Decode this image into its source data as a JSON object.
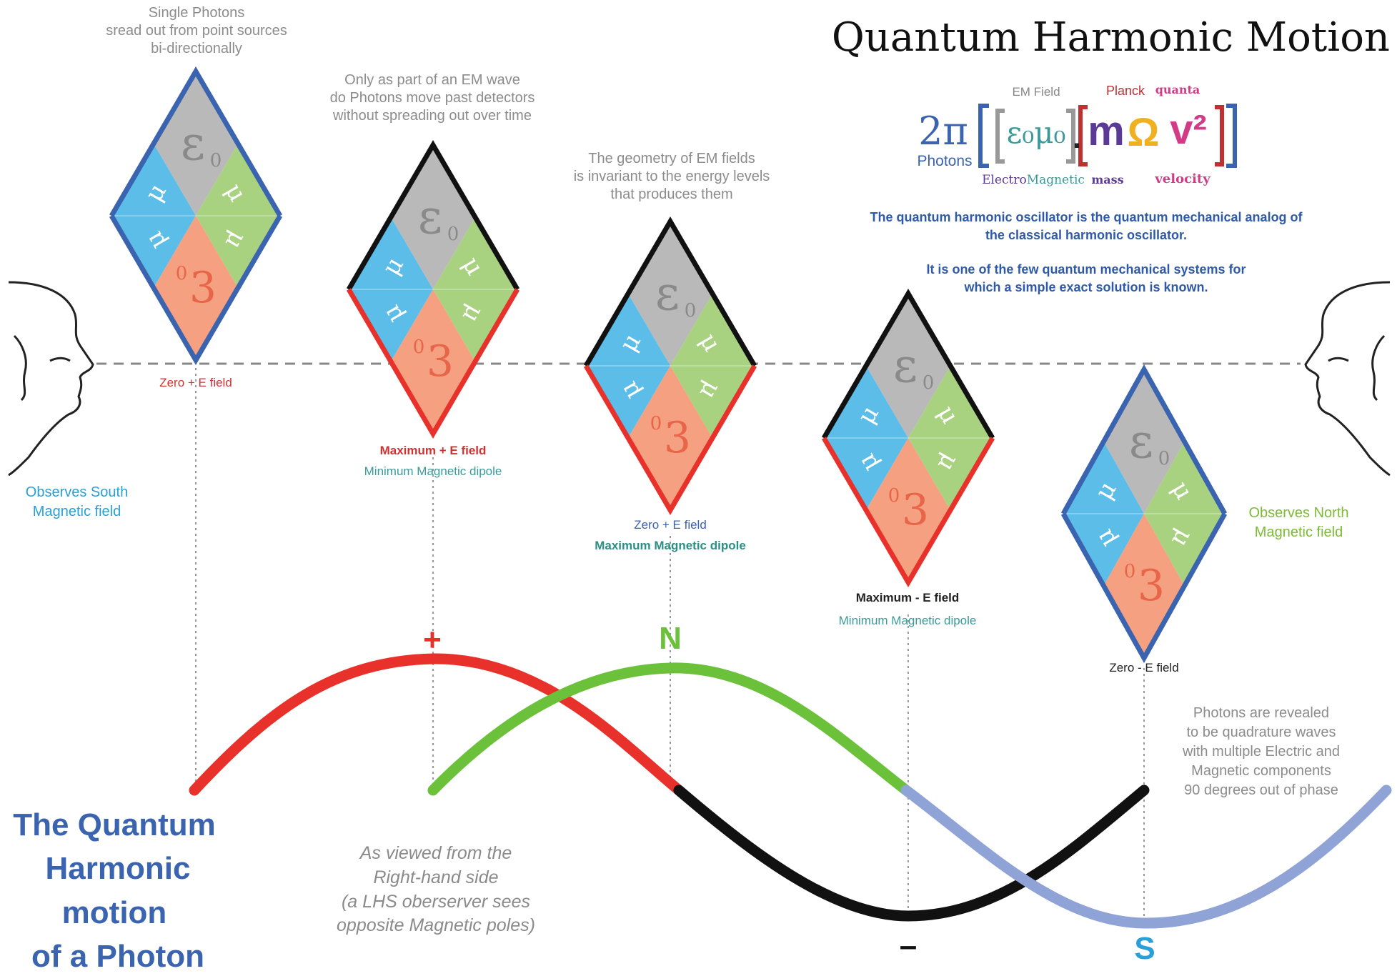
{
  "title": "Quantum Harmonic Motion",
  "big_title": [
    "The Quantum",
    "Harmonic",
    "motion",
    "of a Photon"
  ],
  "captions": {
    "single_photons": [
      "Single Photons",
      "sread out from point sources",
      "bi-directionally"
    ],
    "em_wave": [
      "Only as part of an EM wave",
      "do Photons move past detectors",
      "without spreading out over time"
    ],
    "geometry": [
      "The geometry of EM fields",
      "is invariant to the energy levels",
      "that produces them"
    ],
    "viewed": [
      "As viewed from the",
      "Right-hand side",
      "(a LHS oberserver sees",
      "opposite Magnetic poles)"
    ],
    "quadrature": [
      "Photons are revealed",
      "to be quadrature waves",
      "with multiple Electric and",
      "Magnetic components",
      "90 degrees out of phase"
    ]
  },
  "formula": {
    "two_pi": "2π",
    "photons": "Photons",
    "em_field": "EM Field",
    "planck": "Planck",
    "quanta": "quanta",
    "eps_mu": "ε₀μ₀",
    "dot": ".",
    "m": "m",
    "omega": "Ω",
    "v2": "v²",
    "electro": "Electro",
    "magnetic": "Magnetic",
    "mass": "mass",
    "velocity": "velocity"
  },
  "description": {
    "line1": "The quantum harmonic oscillator is the quantum mechanical analog of",
    "line2": "the classical harmonic oscillator.",
    "line3": "It is one of the few quantum mechanical systems for",
    "line4": "which a simple exact solution is known."
  },
  "observers": {
    "south": [
      "Observes South",
      "Magnetic field"
    ],
    "north": [
      "Observes North",
      "Magnetic field"
    ]
  },
  "diamond_symbols": {
    "epsilon": "ε",
    "sub0": "0",
    "mu": "μ",
    "three": "3",
    "super0": "0"
  },
  "state_labels": {
    "d1": "Zero + E field",
    "d2a": "Maximum + E field",
    "d2b": "Minimum Magnetic dipole",
    "d3a": "Zero + E field",
    "d3b": "Maximum Magnetic dipole",
    "d4a": "Maximum - E field",
    "d4b": "Minimum Magnetic dipole",
    "d5": "Zero - E field"
  },
  "wave_symbols": {
    "plus": "+",
    "north": "N",
    "minus": "–",
    "south": "S"
  },
  "colors": {
    "red": "#e8312a",
    "green": "#6cc13a",
    "black": "#111111",
    "lavender": "#8fa3d6",
    "gray_quad": "#b9b9b9",
    "blue_quad": "#5bbde8",
    "green_quad": "#a8d180",
    "salmon_quad": "#f5a080",
    "diamond_blue": "#3a63b0"
  }
}
